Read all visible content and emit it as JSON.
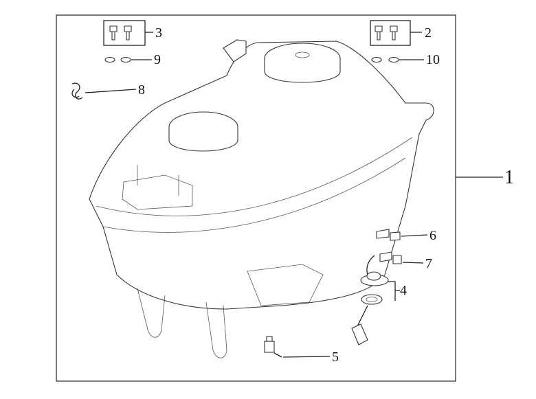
{
  "diagram": {
    "title": "Fuel tank assembly exploded view",
    "callouts": {
      "c1": "1",
      "c2": "2",
      "c3": "3",
      "c4": "4",
      "c5": "5",
      "c6": "6",
      "c7": "7",
      "c8": "8",
      "c9": "9",
      "c10": "10"
    }
  }
}
